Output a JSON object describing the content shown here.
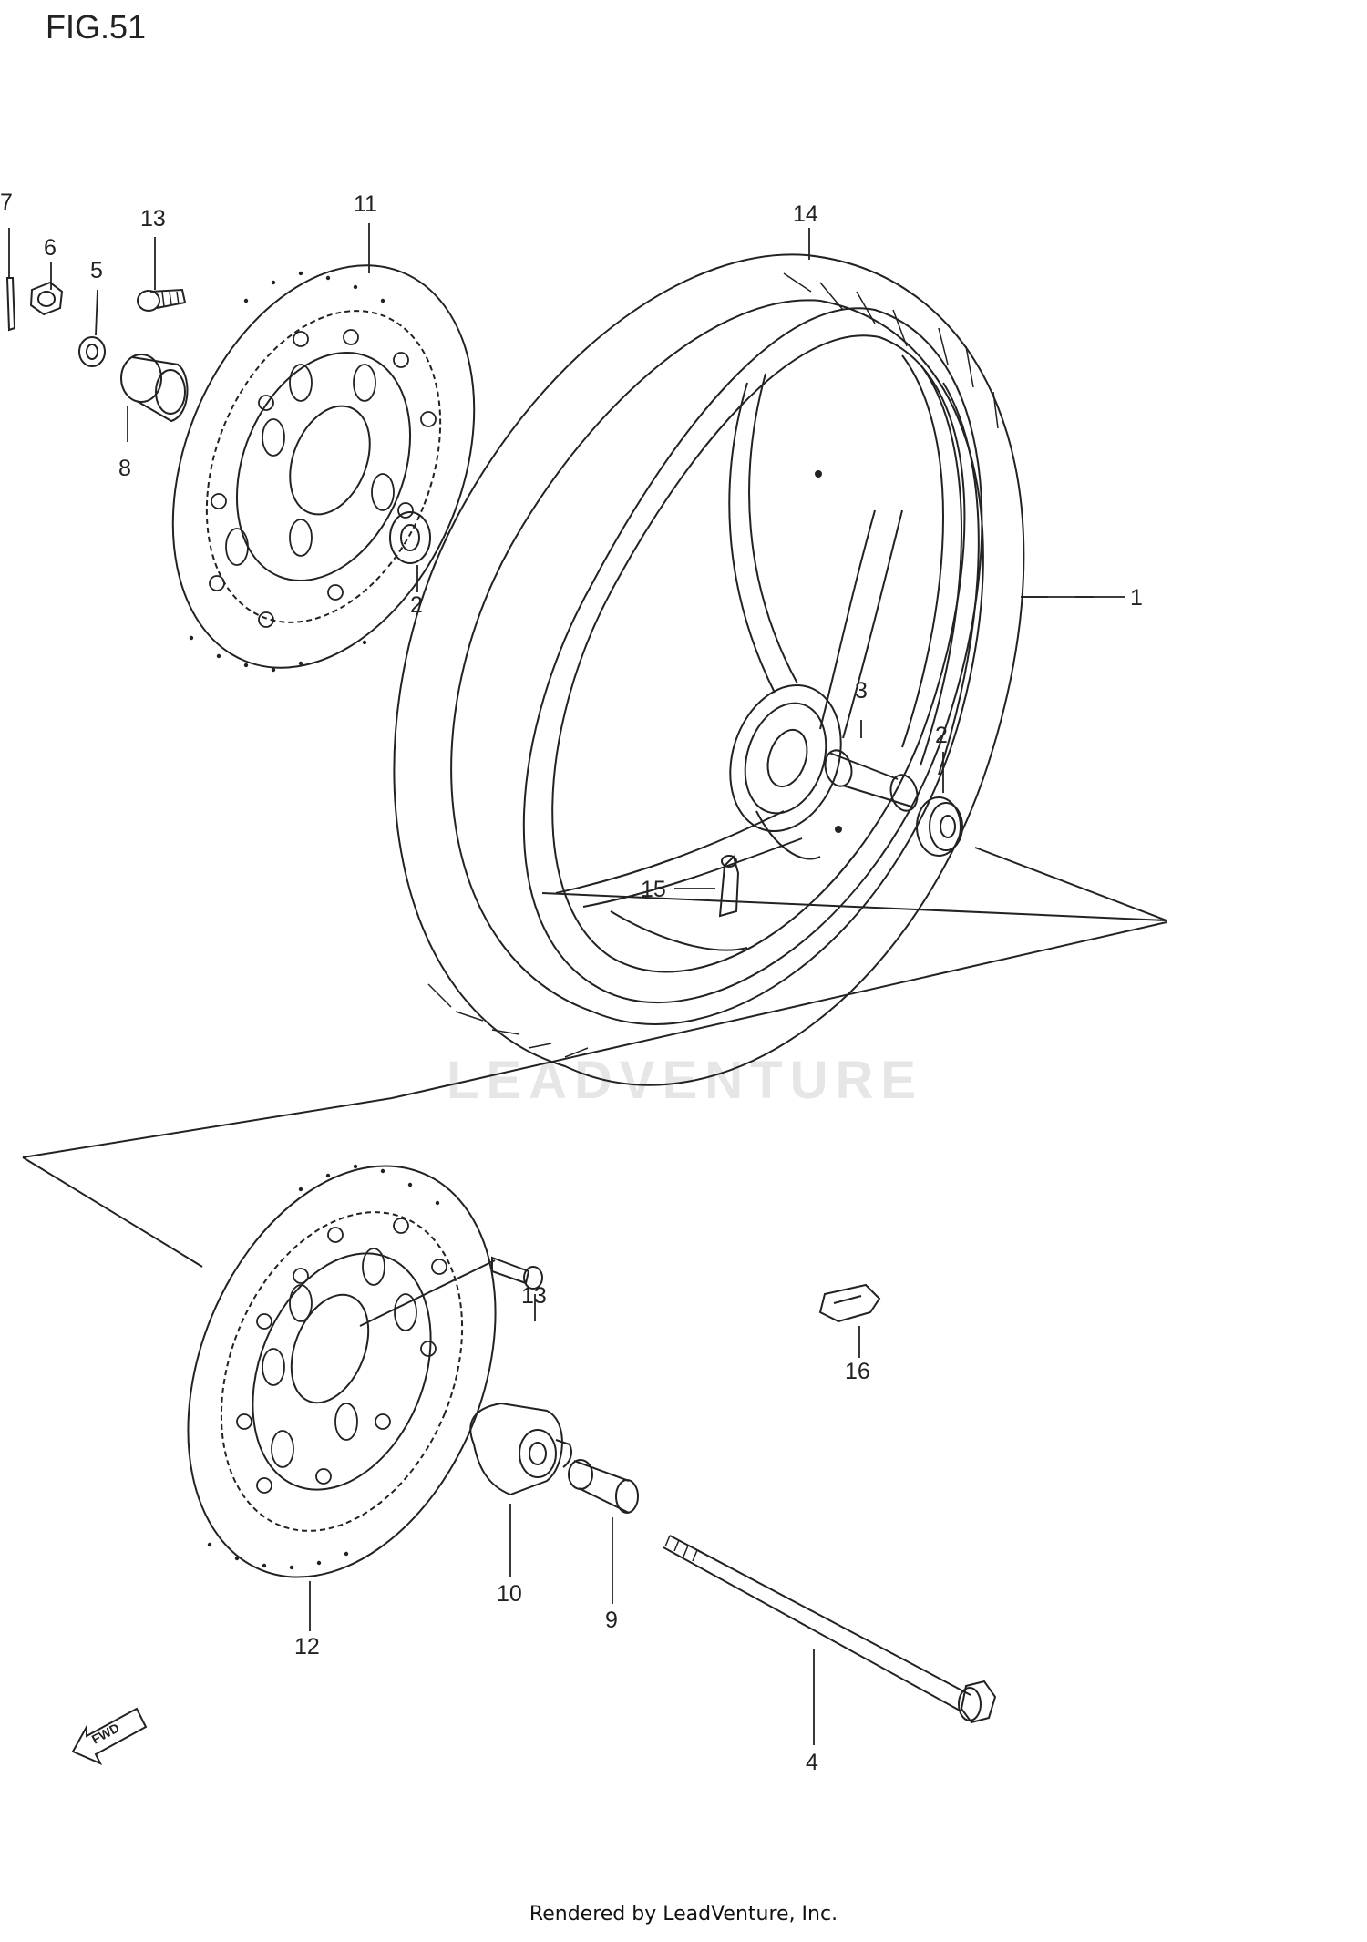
{
  "figure_title": "FIG.51",
  "watermark": "LEADVENTURE",
  "footer": "Rendered by LeadVenture, Inc.",
  "direction_arrow": "FWD",
  "callouts": {
    "c1": "1",
    "c2a": "2",
    "c2b": "2",
    "c3": "3",
    "c4": "4",
    "c5": "5",
    "c6": "6",
    "c7": "7",
    "c8": "8",
    "c9": "9",
    "c10": "10",
    "c11": "11",
    "c12": "12",
    "c13a": "13",
    "c13b": "13",
    "c14": "14",
    "c15": "15",
    "c16": "16"
  }
}
